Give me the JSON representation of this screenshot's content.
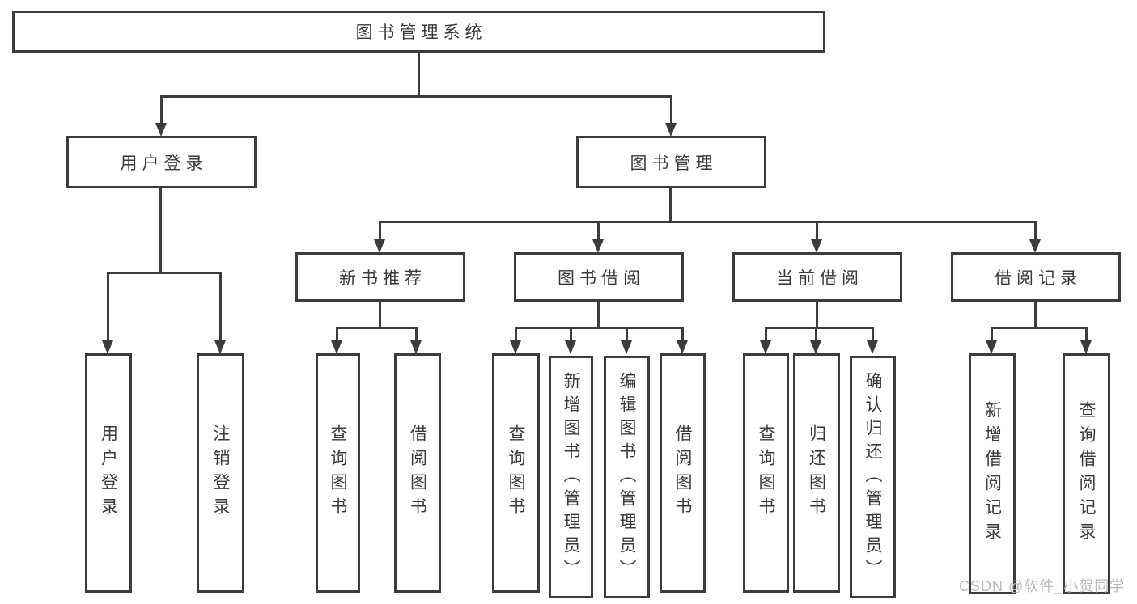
{
  "title": "图书管理系统",
  "watermark": {
    "text": "CSDN @软件_小贺同学"
  },
  "colors": {
    "line": "#3c3c3c",
    "box_border": "#3c3c3c",
    "box_background": "#ffffff",
    "text": "#3a3a3a",
    "watermark": "#b9b9b9",
    "page_background": "#ffffff"
  },
  "tree": {
    "root": {
      "label": "图书管理系统",
      "children": [
        {
          "label": "用户登录",
          "children": [
            {
              "label": "用户登录"
            },
            {
              "label": "注销登录"
            }
          ]
        },
        {
          "label": "图书管理",
          "children": [
            {
              "label": "新书推荐",
              "children": [
                {
                  "label": "查询图书"
                },
                {
                  "label": "借阅图书"
                }
              ]
            },
            {
              "label": "图书借阅",
              "children": [
                {
                  "label": "查询图书"
                },
                {
                  "label": "新增图书（管理员）"
                },
                {
                  "label": "编辑图书（管理员）"
                },
                {
                  "label": "借阅图书"
                }
              ]
            },
            {
              "label": "当前借阅",
              "children": [
                {
                  "label": "查询图书"
                },
                {
                  "label": "归还图书"
                },
                {
                  "label": "确认归还（管理员）"
                }
              ]
            },
            {
              "label": "借阅记录",
              "children": [
                {
                  "label": "新增借阅记录"
                },
                {
                  "label": "查询借阅记录"
                }
              ]
            }
          ]
        }
      ]
    }
  }
}
